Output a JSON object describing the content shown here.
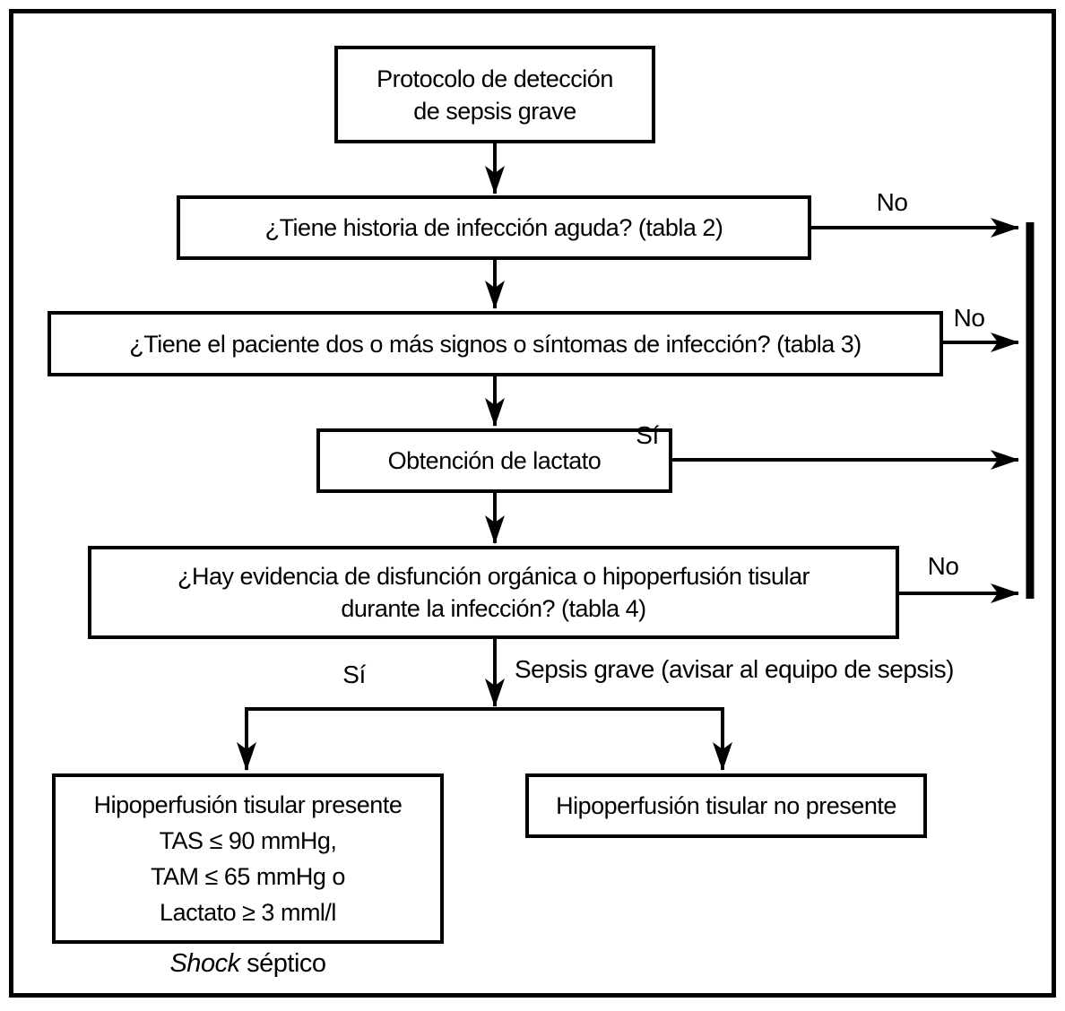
{
  "diagram": {
    "boxes": {
      "protocol": "Protocolo de detección\nde sepsis grave",
      "infection_history": "¿Tiene historia de infección aguda? (tabla 2)",
      "signs_symptoms": "¿Tiene el paciente dos o más signos o síntomas de infección? (tabla 3)",
      "lactate": "Obtención de lactato",
      "organ_dysfunction": "¿Hay evidencia de disfunción orgánica o hipoperfusión tisular\ndurante la infección? (tabla 4)",
      "hypoperfusion_present": {
        "line1": "Hipoperfusión tisular presente",
        "line2": "TAS ≤ 90 mmHg,",
        "line3": "TAM ≤ 65 mmHg o",
        "line4": "Lactato ≥ 3 mml/l"
      },
      "hypoperfusion_absent": "Hipoperfusión tisular no presente"
    },
    "edge_labels": {
      "no_history": "No",
      "no_signs": "No",
      "yes_lactate": "Sí",
      "no_dysfunction": "No",
      "yes_branch": "Sí",
      "sepsis_grave": "Sepsis grave (avisar al equipo de sepsis)"
    },
    "captions": {
      "shock_word": "Shock",
      "shock_rest": " séptico"
    },
    "colors": {
      "line": "#000000",
      "background": "#ffffff"
    }
  }
}
